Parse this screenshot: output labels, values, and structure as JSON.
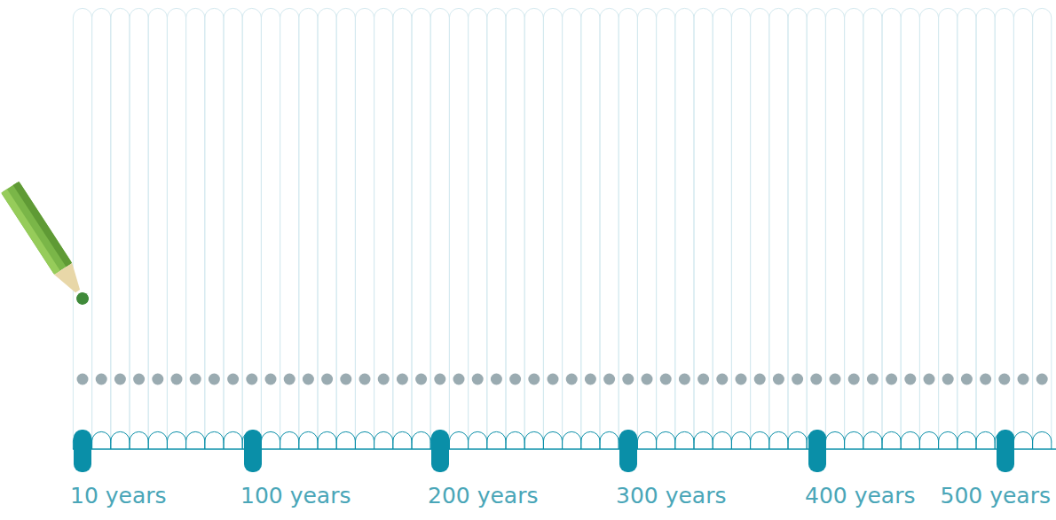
{
  "diagram": {
    "labels": [
      "10 years",
      "100 years",
      "200 years",
      "300 years",
      "400 years",
      "500 years"
    ]
  }
}
